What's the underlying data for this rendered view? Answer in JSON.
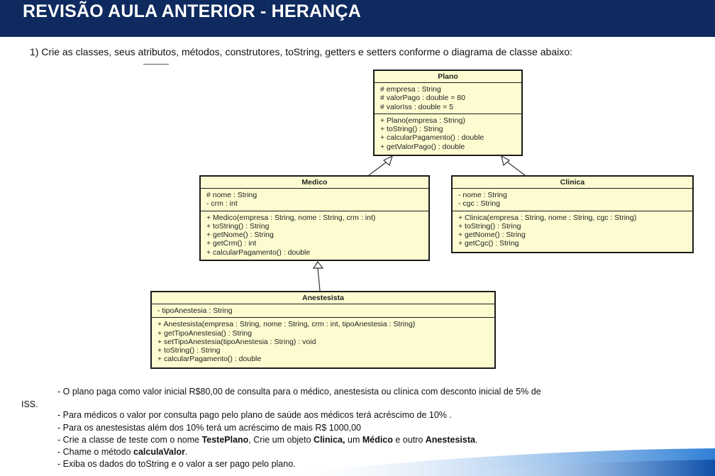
{
  "header": {
    "title": "REVISÃO AULA ANTERIOR - HERANÇA"
  },
  "instruction": "1) Crie as classes, seus atributos, métodos, construtores, toString, getters e setters  conforme o diagrama de classe abaixo:",
  "classes": {
    "plano": {
      "name": "Plano",
      "attributes": [
        "# empresa : String",
        "# valorPago : double = 80",
        "# valorIss : double = 5"
      ],
      "methods": [
        "+ Plano(empresa : String)",
        "+ toString() : String",
        "+ calcularPagamento() : double",
        "+ getValorPago() : double"
      ]
    },
    "medico": {
      "name": "Medico",
      "attributes": [
        "# nome : String",
        "- crm : int"
      ],
      "methods": [
        "+ Medico(empresa : String, nome : String, crm : int)",
        "+ toString() : String",
        "+ getNome() : String",
        "+ getCrm() : int",
        "+ calcularPagamento() : double"
      ]
    },
    "clinica": {
      "name": "Clinica",
      "attributes": [
        "- nome : String",
        "- cgc : String"
      ],
      "methods": [
        "+ Clinica(empresa : String, nome : String, cgc : String)",
        "+ toString() : String",
        "+ getNome() : String",
        "+ getCgc() : String"
      ]
    },
    "anestesista": {
      "name": "Anestesista",
      "attributes": [
        "- tipoAnestesia : String"
      ],
      "methods": [
        "+ Anestesista(empresa : String, nome : String, crm : int, tipoAnestesia : String)",
        "+ getTipoAnestesia() : String",
        "+ setTipoAnestesia(tipoAnestesia : String) : void",
        "+ toString() : String",
        "+ calcularPagamento() : double"
      ]
    }
  },
  "notes": {
    "n1a": "- O plano paga como valor inicial R$80,00 de consulta para o médico, anestesista ou clínica com desconto inicial de 5% de",
    "n1b": "ISS.",
    "n2": "- Para médicos o valor por consulta  pago pelo plano de saúde aos médicos  terá acréscimo de 10% .",
    "n3": "- Para os anestesistas além dos 10% terá um acréscimo de mais R$ 1000,00",
    "n4_pre": "- Crie a classe de teste com o nome ",
    "n4_b1": "TestePlano",
    "n4_mid1": ", Crie um objeto ",
    "n4_b2": "Clinica,",
    "n4_mid2": " um ",
    "n4_b3": "Médico",
    "n4_mid3": " e outro ",
    "n4_b4": "Anestesista",
    "n4_end": ".",
    "n5_pre": "- Chame  o método ",
    "n5_b": "calculaValor",
    "n5_end": ".",
    "n6": "- Exiba os dados do toString  e o valor a ser pago pelo plano."
  }
}
